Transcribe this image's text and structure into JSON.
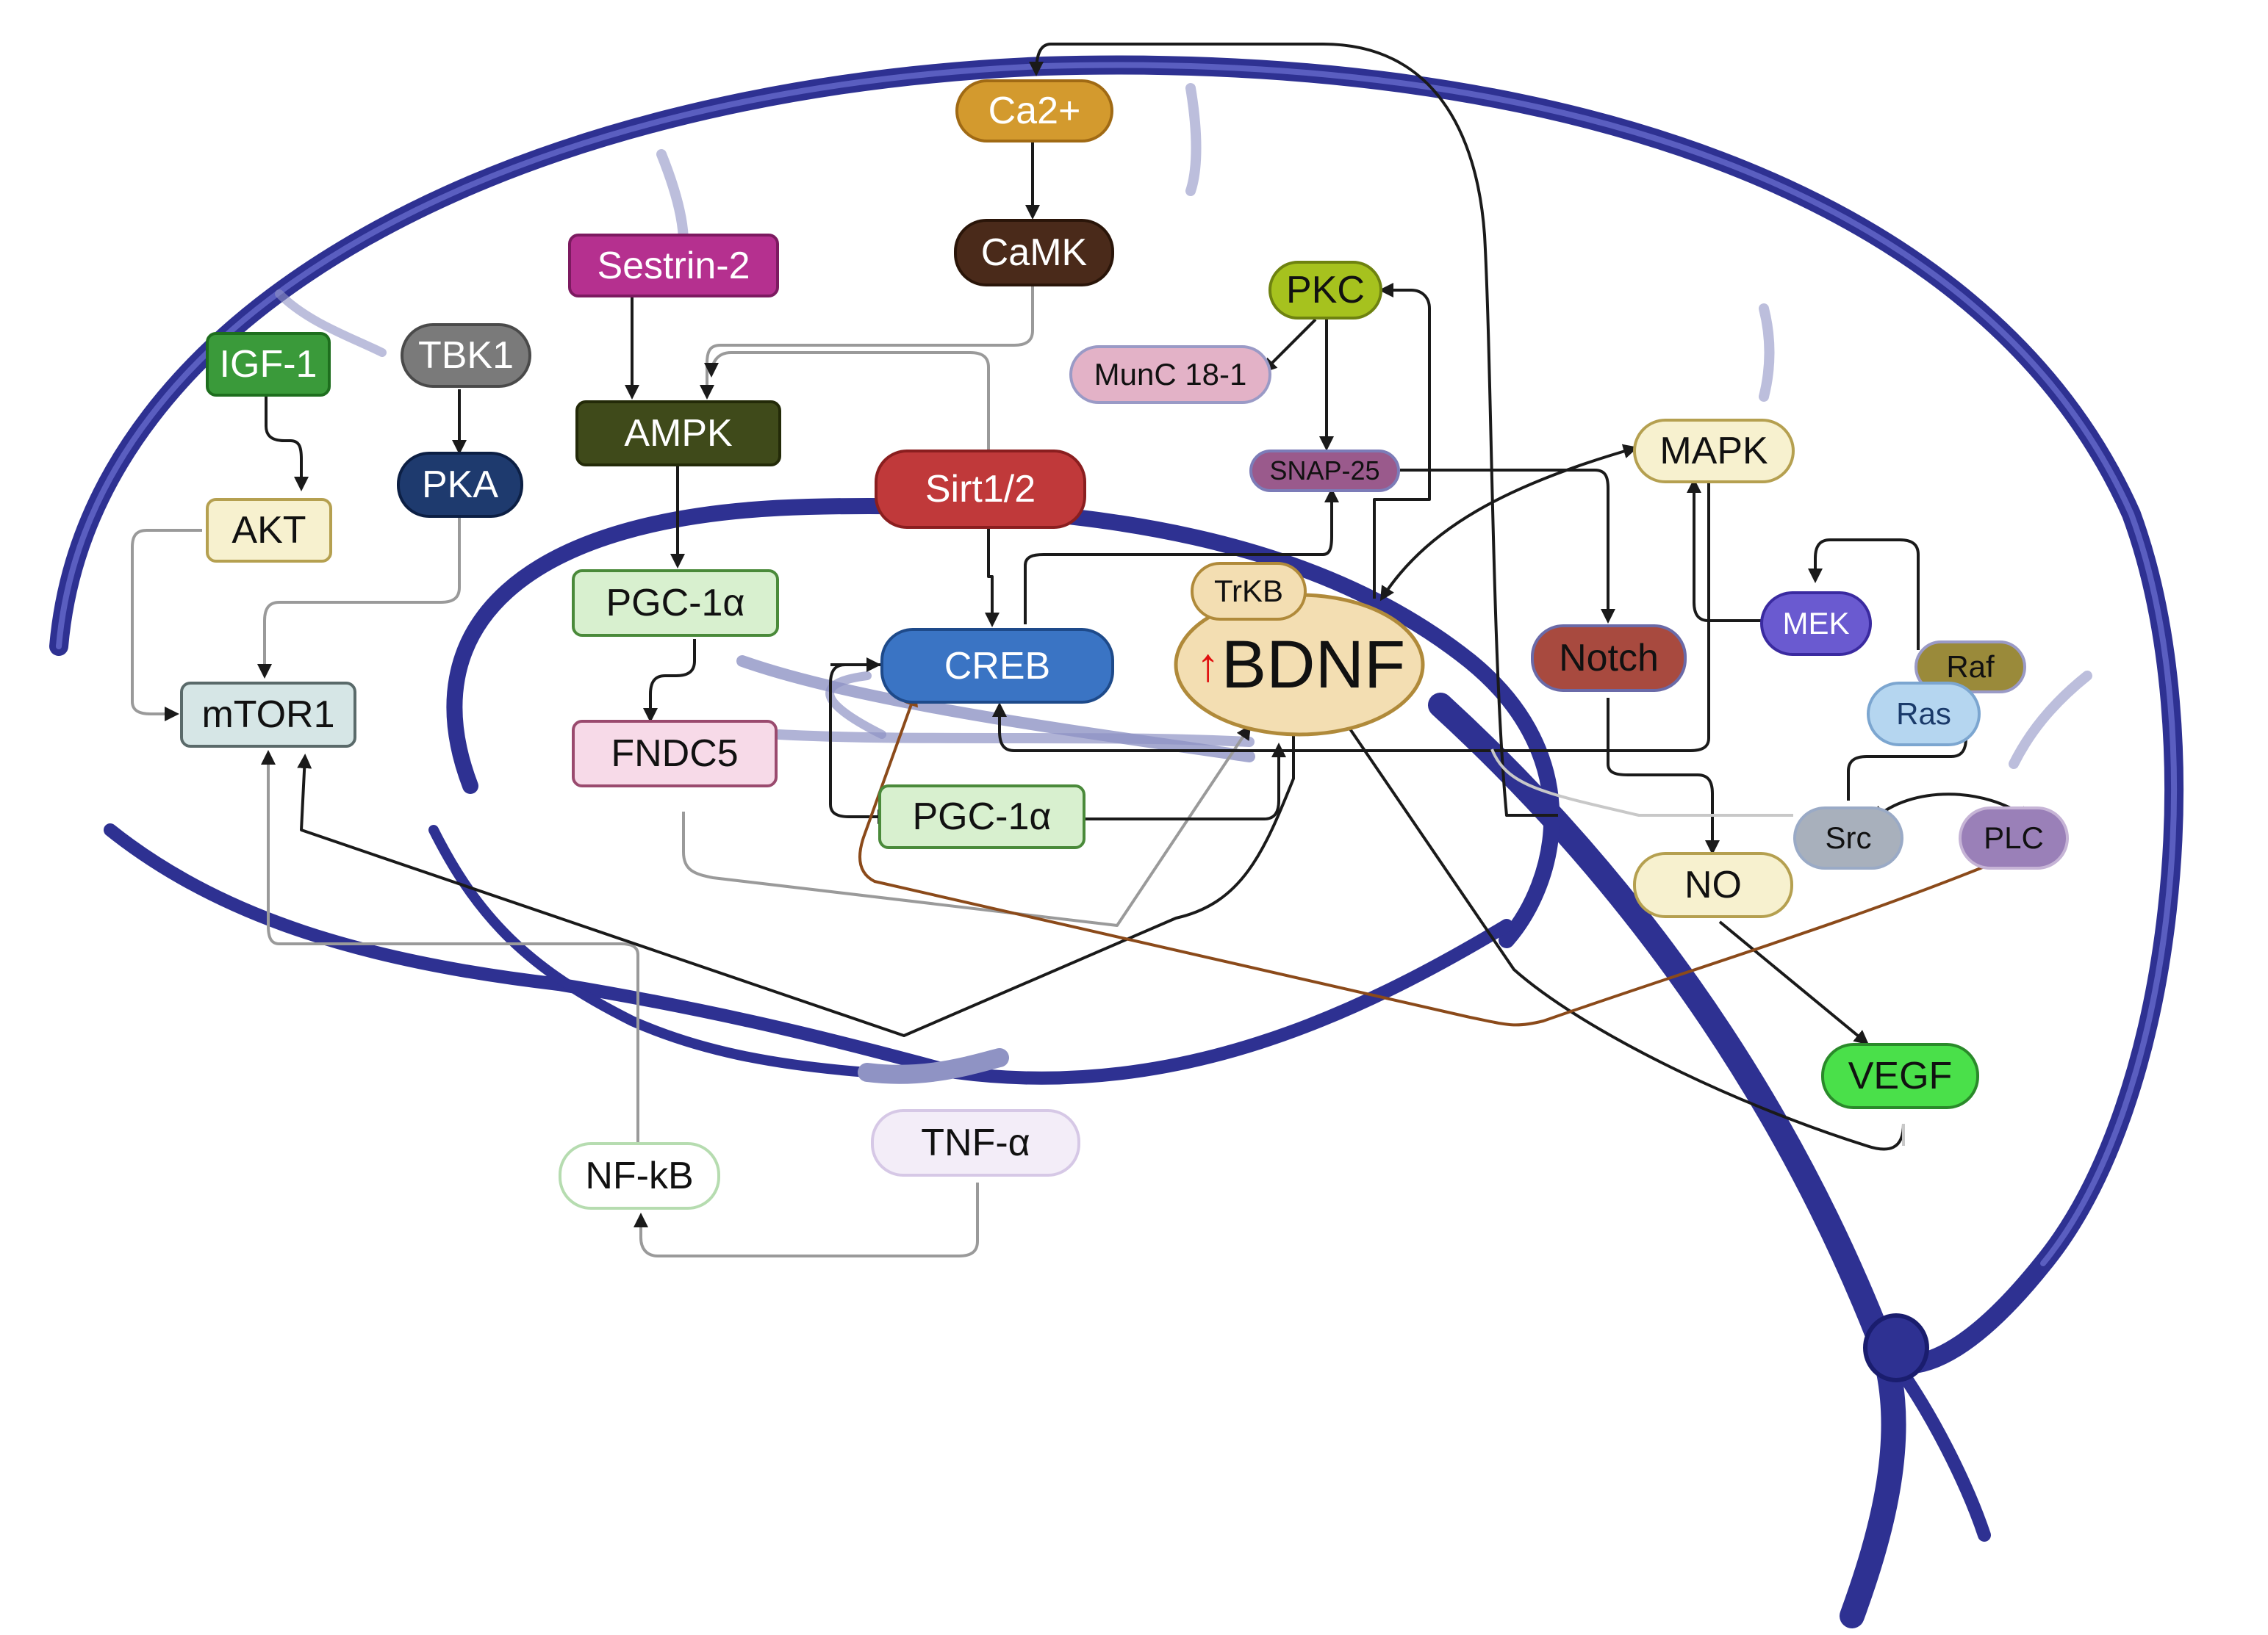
{
  "nodes": {
    "ca2": "Ca2+",
    "camk": "CaMK",
    "sestrin2": "Sestrin-2",
    "igf1": "IGF-1",
    "tbk1": "TBK1",
    "pka": "PKA",
    "akt": "AKT",
    "ampk": "AMPK",
    "sirt12": "Sirt1/2",
    "pkc": "PKC",
    "munc181": "MunC 18-1",
    "snap25": "SNAP-25",
    "mapk": "MAPK",
    "pgc1a_top": "PGC-1α",
    "trkb": "TrKB",
    "bdnf": "BDNF",
    "creb": "CREB",
    "mtor1": "mTOR1",
    "fndc5": "FNDC5",
    "notch": "Notch",
    "mek": "MEK",
    "raf": "Raf",
    "ras": "Ras",
    "pgc1a_bottom": "PGC-1α",
    "src": "Src",
    "plc": "PLC",
    "no": "NO",
    "vegf": "VEGF",
    "nfkb": "NF-kB",
    "tnfa": "TNF-α"
  },
  "bdnf_upregulated_glyph": "↑",
  "colors": {
    "vessel": "#2e3192",
    "vessel_light": "#8f93c4",
    "arrow": "#1a1a1a",
    "brown_arrow": "#8b4a1a",
    "bdnf_arrow": "#e01010"
  }
}
